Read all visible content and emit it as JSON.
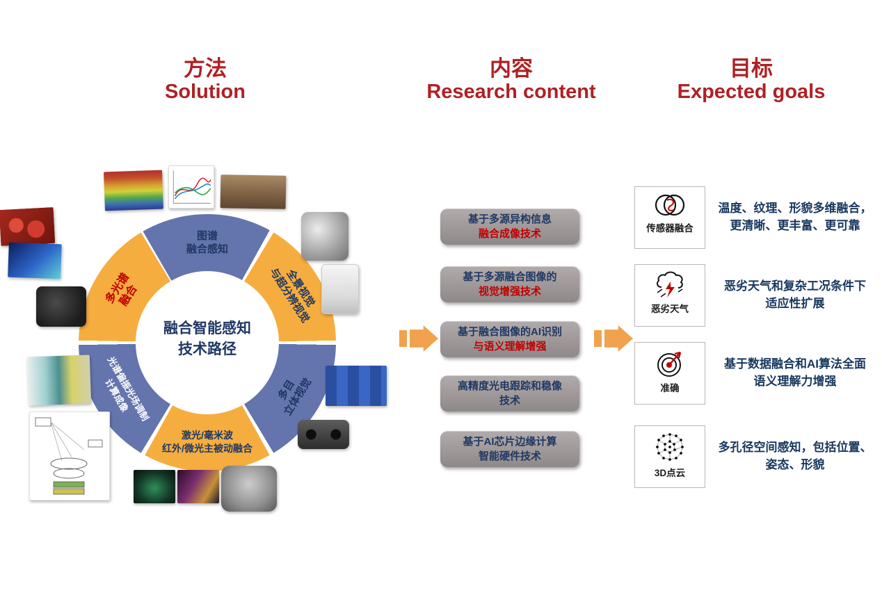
{
  "headers": [
    {
      "zh": "方法",
      "en": "Solution"
    },
    {
      "zh": "内容",
      "en": "Research content"
    },
    {
      "zh": "目标",
      "en": "Expected goals"
    }
  ],
  "solution": {
    "center": {
      "line1": "融合智能感知",
      "line2": "技术路径"
    },
    "segments": [
      {
        "position": "top",
        "line1": "图谱",
        "line2": "融合感知"
      },
      {
        "position": "upper-right",
        "line1": "全景视觉",
        "line2": "与超分辨视觉"
      },
      {
        "position": "lower-right",
        "line1": "多目",
        "line2": "立体视觉"
      },
      {
        "position": "bottom",
        "line1": "激光/毫米波",
        "line2": "红外/微光主被动融合"
      },
      {
        "position": "lower-left",
        "line1": "光谱偏振光场调制",
        "line2": "计算成像"
      },
      {
        "position": "upper-left",
        "line1": "多光谱",
        "line2": "融合"
      }
    ],
    "thumbnails": [
      "hyperspectral-fruit-cube",
      "spectra-chart",
      "pipeline-site-photo",
      "panoramic-camera-cluster",
      "white-camera-device",
      "blue-blocks-depth-image",
      "stereo-camera",
      "gimbal-camera",
      "ship-infrared-image",
      "night-fusion-image",
      "optical-schematic",
      "lens-assembly",
      "black-camera",
      "fruit-photo",
      "thermal-scene"
    ]
  },
  "research": {
    "boxes": [
      {
        "line1": "基于多源异构信息",
        "line2": "融合成像技术"
      },
      {
        "line1": "基于多源融合图像的",
        "line2": "视觉增强技术"
      },
      {
        "line1": "基于融合图像的AI识别",
        "line2": "与语义理解增强"
      },
      {
        "line1": "高精度光电跟踪和稳像",
        "line2": "技术"
      },
      {
        "line1": "基于AI芯片边缘计算",
        "line2": "智能硬件技术"
      }
    ]
  },
  "goals": {
    "items": [
      {
        "icon": "venn-fusion-icon",
        "label": "传感器融合",
        "desc1": "温度、纹理、形貌多维融合，",
        "desc2": "更清晰、更丰富、更可靠"
      },
      {
        "icon": "storm-weather-icon",
        "label": "恶劣天气",
        "desc1": "恶劣天气和复杂工况条件下",
        "desc2": "适应性扩展"
      },
      {
        "icon": "target-accuracy-icon",
        "label": "准确",
        "desc1": "基于数据融合和AI算法全面",
        "desc2": "语义理解力增强"
      },
      {
        "icon": "point-cloud-icon",
        "label": "3D点云",
        "desc1": "多孔径空间感知，包括位置、",
        "desc2": "姿态、形貌"
      }
    ]
  },
  "colors": {
    "header_red": "#B02025",
    "accent_red": "#C00000",
    "navy": "#1F3864",
    "donut_blue": "#6474AD",
    "donut_yellow": "#F6AD3F",
    "arrow_orange": "#F0A24D",
    "box_gray": "#9C9494"
  }
}
